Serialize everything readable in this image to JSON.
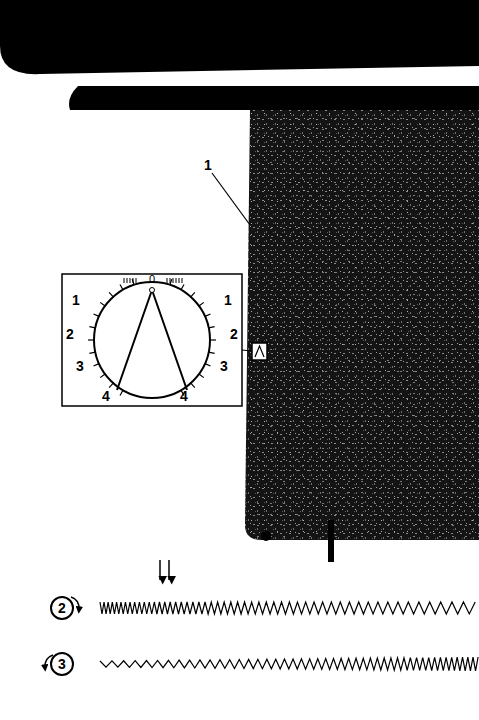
{
  "diagram": {
    "nodes": [
      {
        "text": [
          "2"
        ]
      },
      {
        "text": [
          "3"
        ]
      }
    ],
    "labels": [
      "1",
      "0",
      "1",
      "2",
      "3",
      "4",
      "1",
      "2",
      "3",
      "4"
    ]
  }
}
